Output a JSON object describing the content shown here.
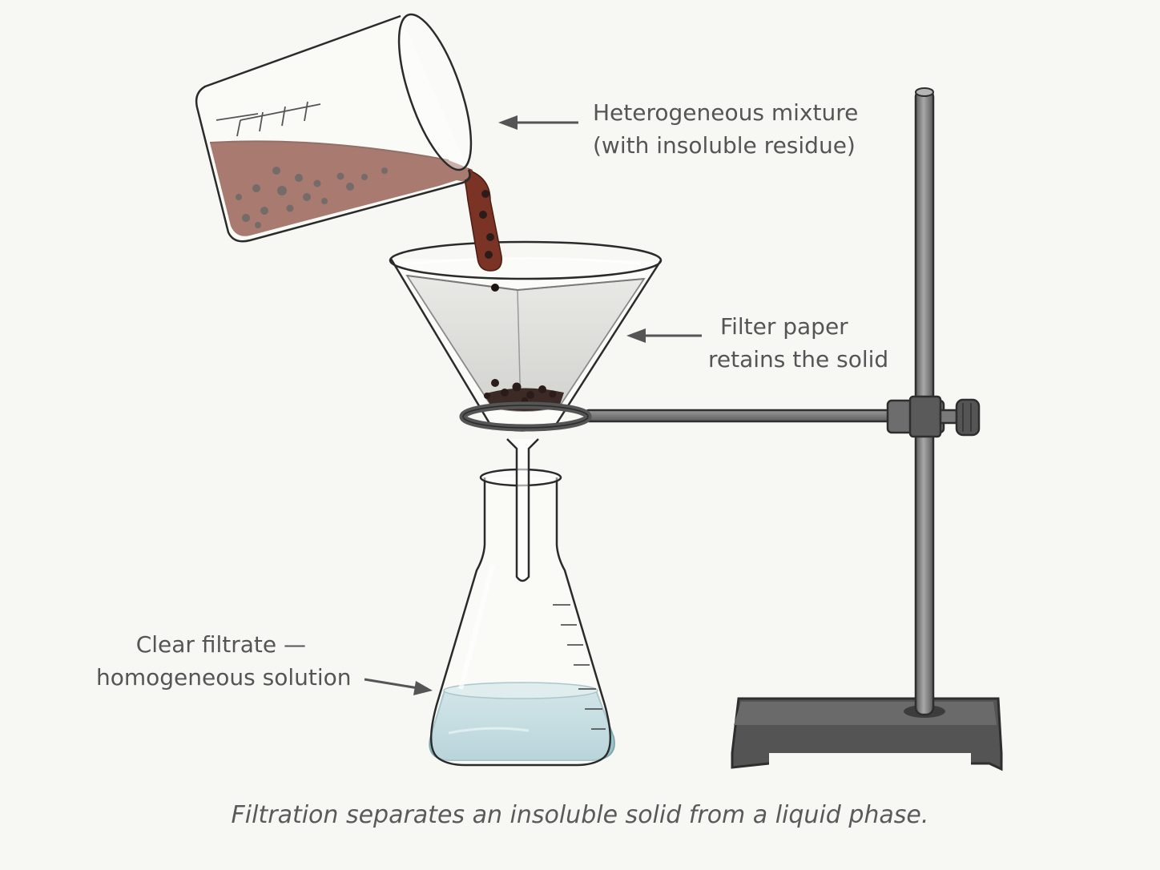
{
  "labels": {
    "mixture": [
      "Heterogeneous mixture",
      "(with insoluble residue)"
    ],
    "filter": [
      "Filter paper",
      "retains the solid"
    ],
    "filtrate": [
      "Clear filtrate —",
      "homogeneous solution"
    ]
  },
  "caption": "Filtration separates an insoluble solid from a liquid phase.",
  "colors": {
    "background": "#f7f7f3",
    "mixture_liquid": "#7a3324",
    "residue_particles": "#2b1c1a",
    "filtrate": "#a9ccd2",
    "stand_metal": "#6f6f6f",
    "stand_base": "#555555",
    "label_text": "#555555"
  }
}
